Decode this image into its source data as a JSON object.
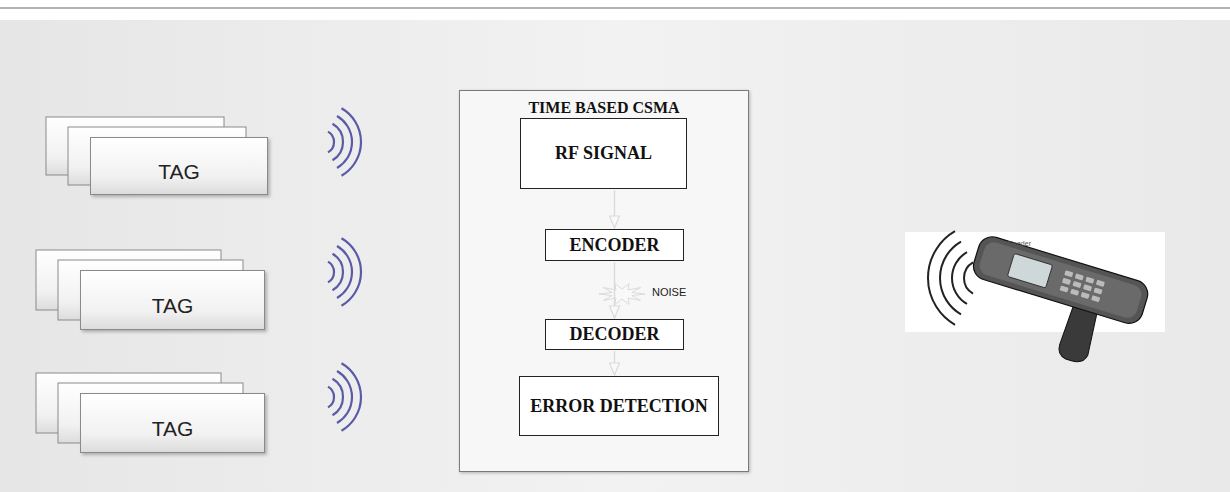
{
  "diagram": {
    "nodes": [
      {
        "text": [
          "TAG"
        ]
      },
      {
        "text": [
          "TAG"
        ]
      },
      {
        "text": [
          "TAG"
        ]
      },
      {
        "text": [
          "TIME BASED CSMA"
        ]
      },
      {
        "text": [
          "RF SIGNAL"
        ],
        "in": 3
      },
      {
        "text": [
          "ENCODER"
        ],
        "in": 3
      },
      {
        "text": [
          "DECODER"
        ],
        "in": 3
      },
      {
        "text": [
          "ERROR DETECTION"
        ],
        "in": 3
      }
    ],
    "edges": [
      {
        "from": 4,
        "to": 5,
        "arrow": "to"
      },
      {
        "from": 5,
        "to": 6,
        "arrow": "to"
      },
      {
        "from": 6,
        "to": 7,
        "arrow": "to"
      }
    ],
    "labels": [
      "NOISE",
      "Reader"
    ]
  }
}
